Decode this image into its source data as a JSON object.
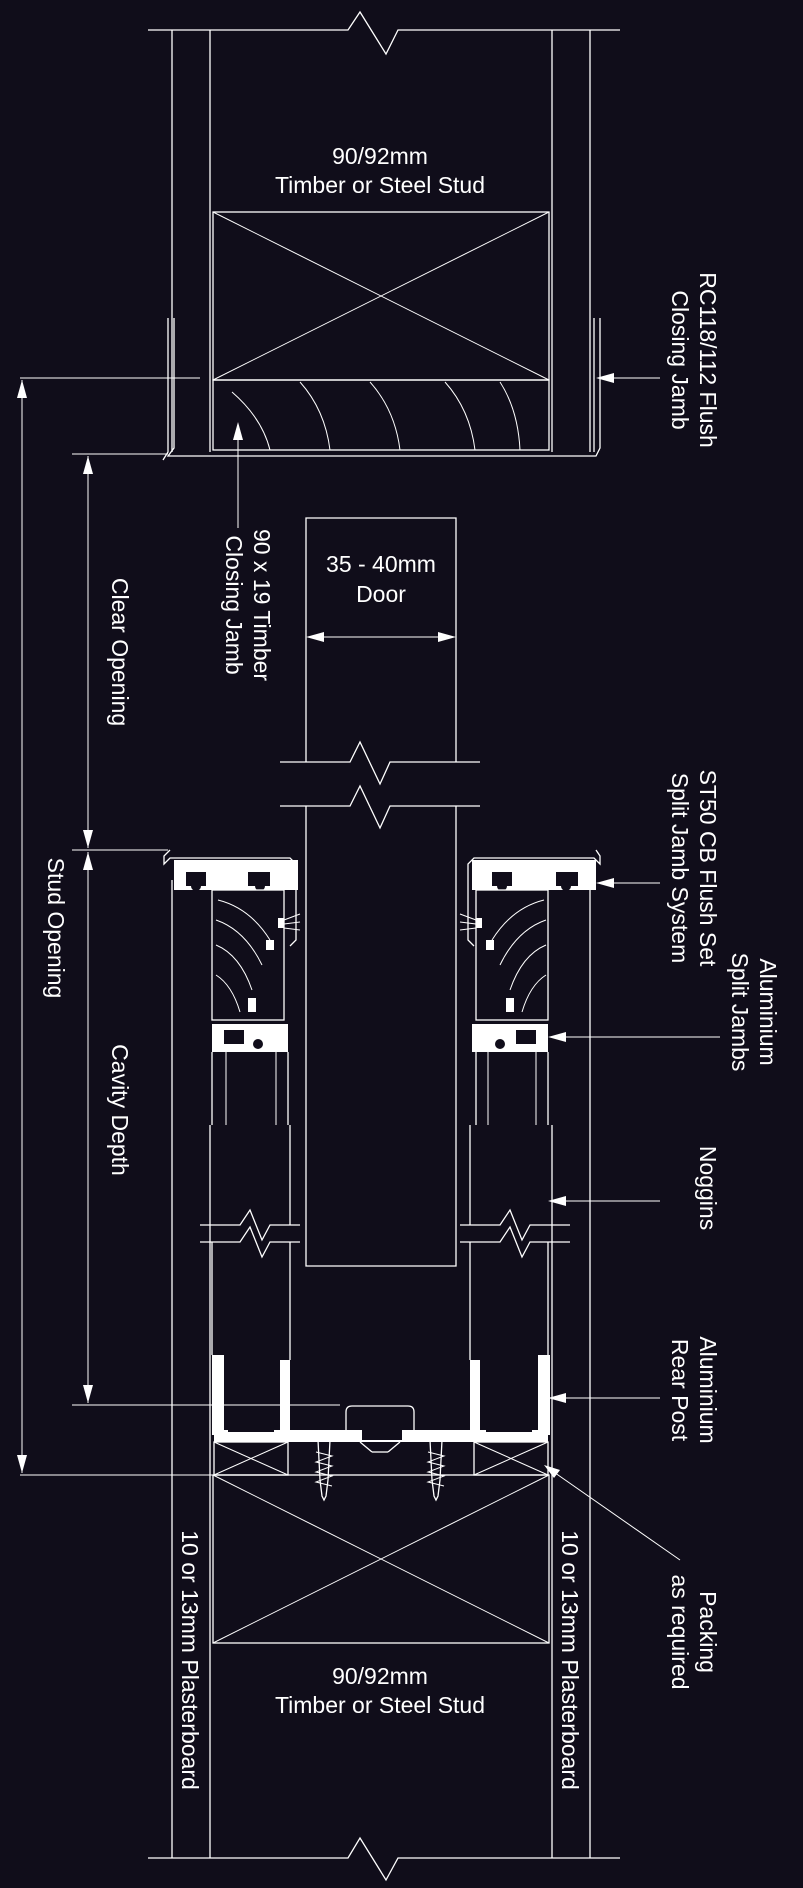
{
  "labels": {
    "top_stud_line1": "90/92mm",
    "top_stud_line2": "Timber or Steel Stud",
    "bottom_stud_line1": "90/92mm",
    "bottom_stud_line2": "Timber or Steel Stud",
    "door_line1": "35 - 40mm",
    "door_line2": "Door",
    "closing_jamb_line1": "RC118/112 Flush",
    "closing_jamb_line2": "Closing Jamb",
    "timber_jamb_line1": "90 x 19 Timber",
    "timber_jamb_line2": "Closing Jamb",
    "clear_opening": "Clear Opening",
    "stud_opening": "Stud Opening",
    "cavity_depth": "Cavity Depth",
    "split_jamb_line1": "ST50 CB Flush Set",
    "split_jamb_line2": "Split Jamb System",
    "alu_split_line1": "Aluminium",
    "alu_split_line2": "Split Jambs",
    "noggins": "Noggins",
    "rear_post_line1": "Aluminium",
    "rear_post_line2": "Rear Post",
    "packing_line1": "Packing",
    "packing_line2": "as required",
    "plasterboard_left": "10 or 13mm Plasterboard",
    "plasterboard_right": "10 or 13mm Plasterboard"
  },
  "colors": {
    "background": "#100d1a",
    "linework": "#ffffff"
  }
}
